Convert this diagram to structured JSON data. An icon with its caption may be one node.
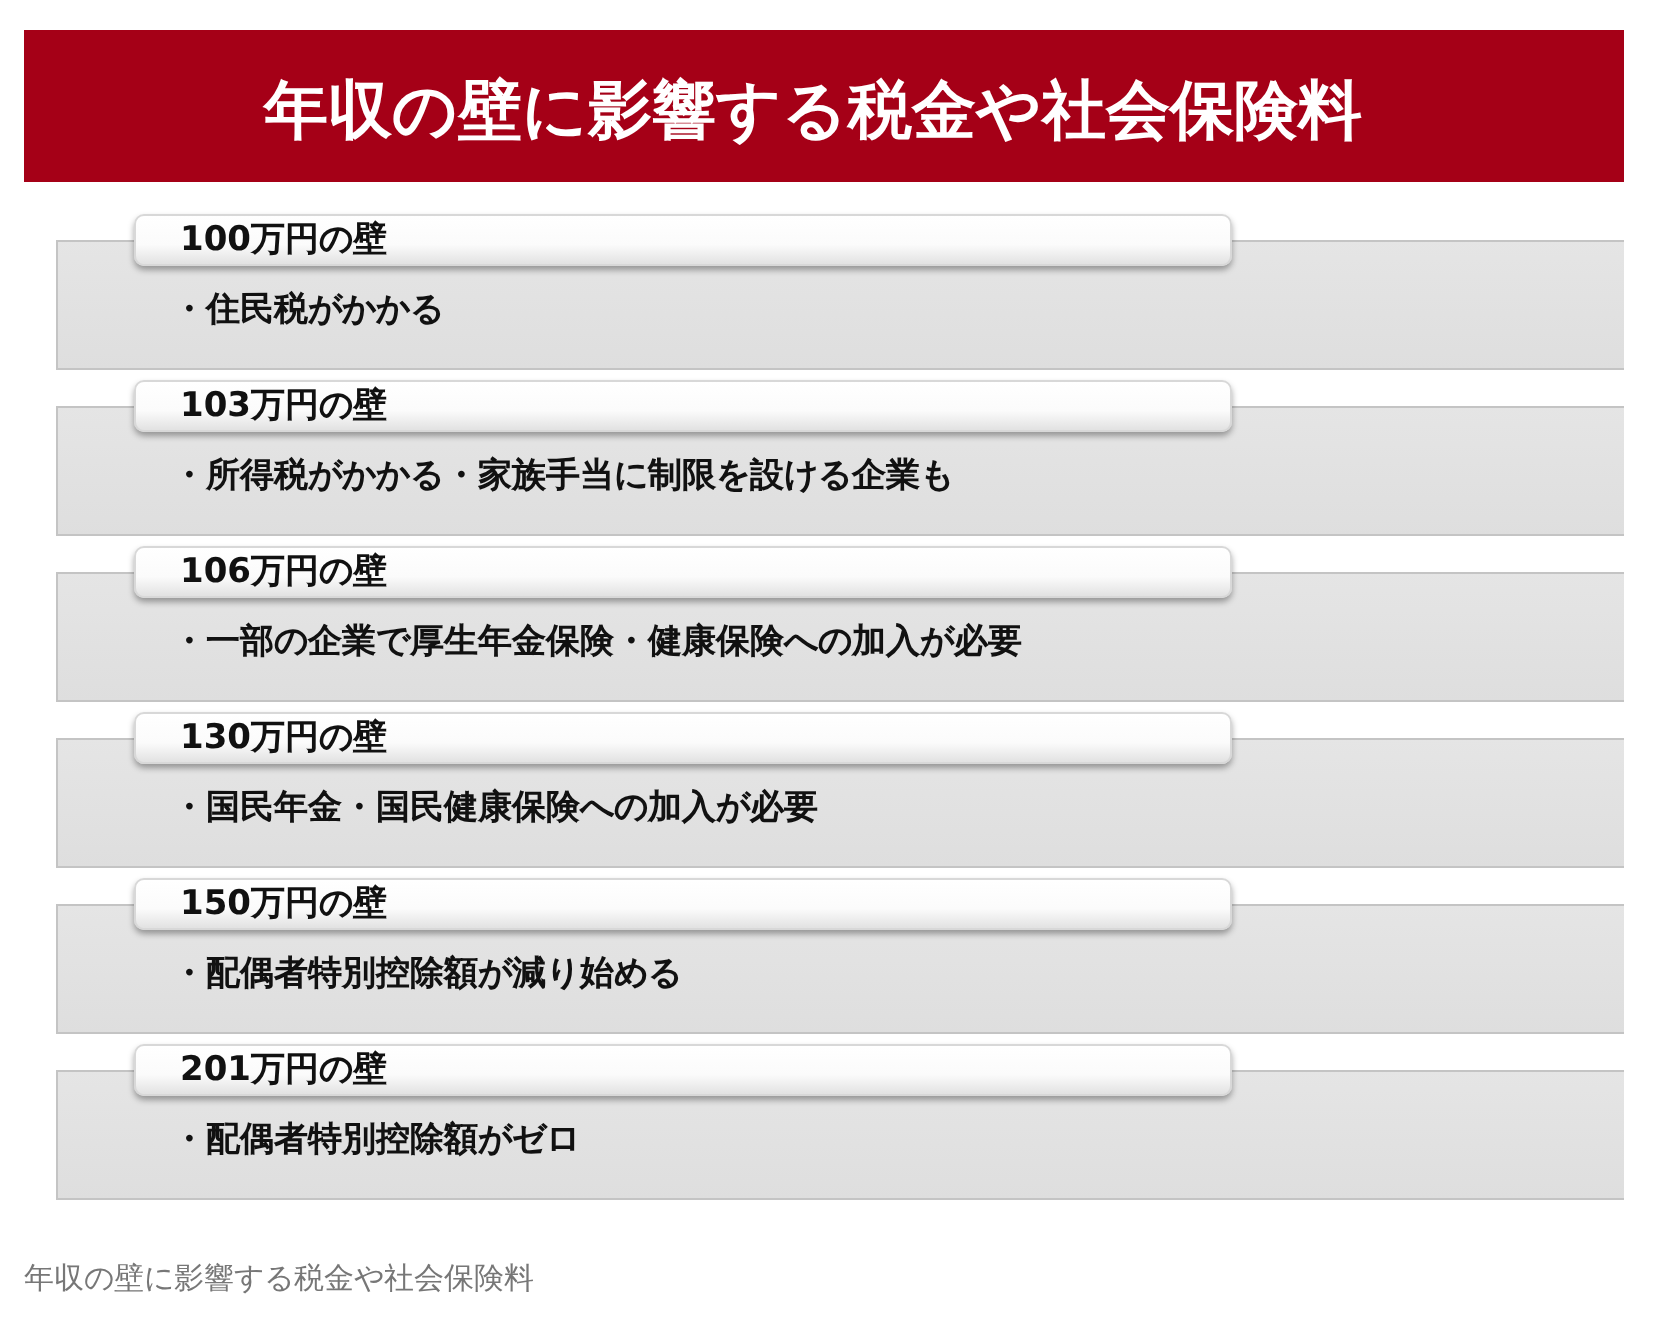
{
  "diagram": {
    "title": "年収の壁に影響する税金や社会保険料",
    "caption": "年収の壁に影響する税金や社会保険料",
    "nodes": [
      {
        "text": [
          "100万円の壁",
          "・住民税がかかる"
        ]
      },
      {
        "text": [
          "103万円の壁",
          "・所得税がかかる・家族手当に制限を設ける企業も"
        ]
      },
      {
        "text": [
          "106万円の壁",
          "・一部の企業で厚生年金保険・健康保険への加入が必要"
        ]
      },
      {
        "text": [
          "130万円の壁",
          "・国民年金・国民健康保険への加入が必要"
        ]
      },
      {
        "text": [
          "150万円の壁",
          "・配偶者特別控除額が減り始める"
        ]
      },
      {
        "text": [
          "201万円の壁",
          "・配偶者特別控除額がゼロ"
        ]
      }
    ]
  }
}
